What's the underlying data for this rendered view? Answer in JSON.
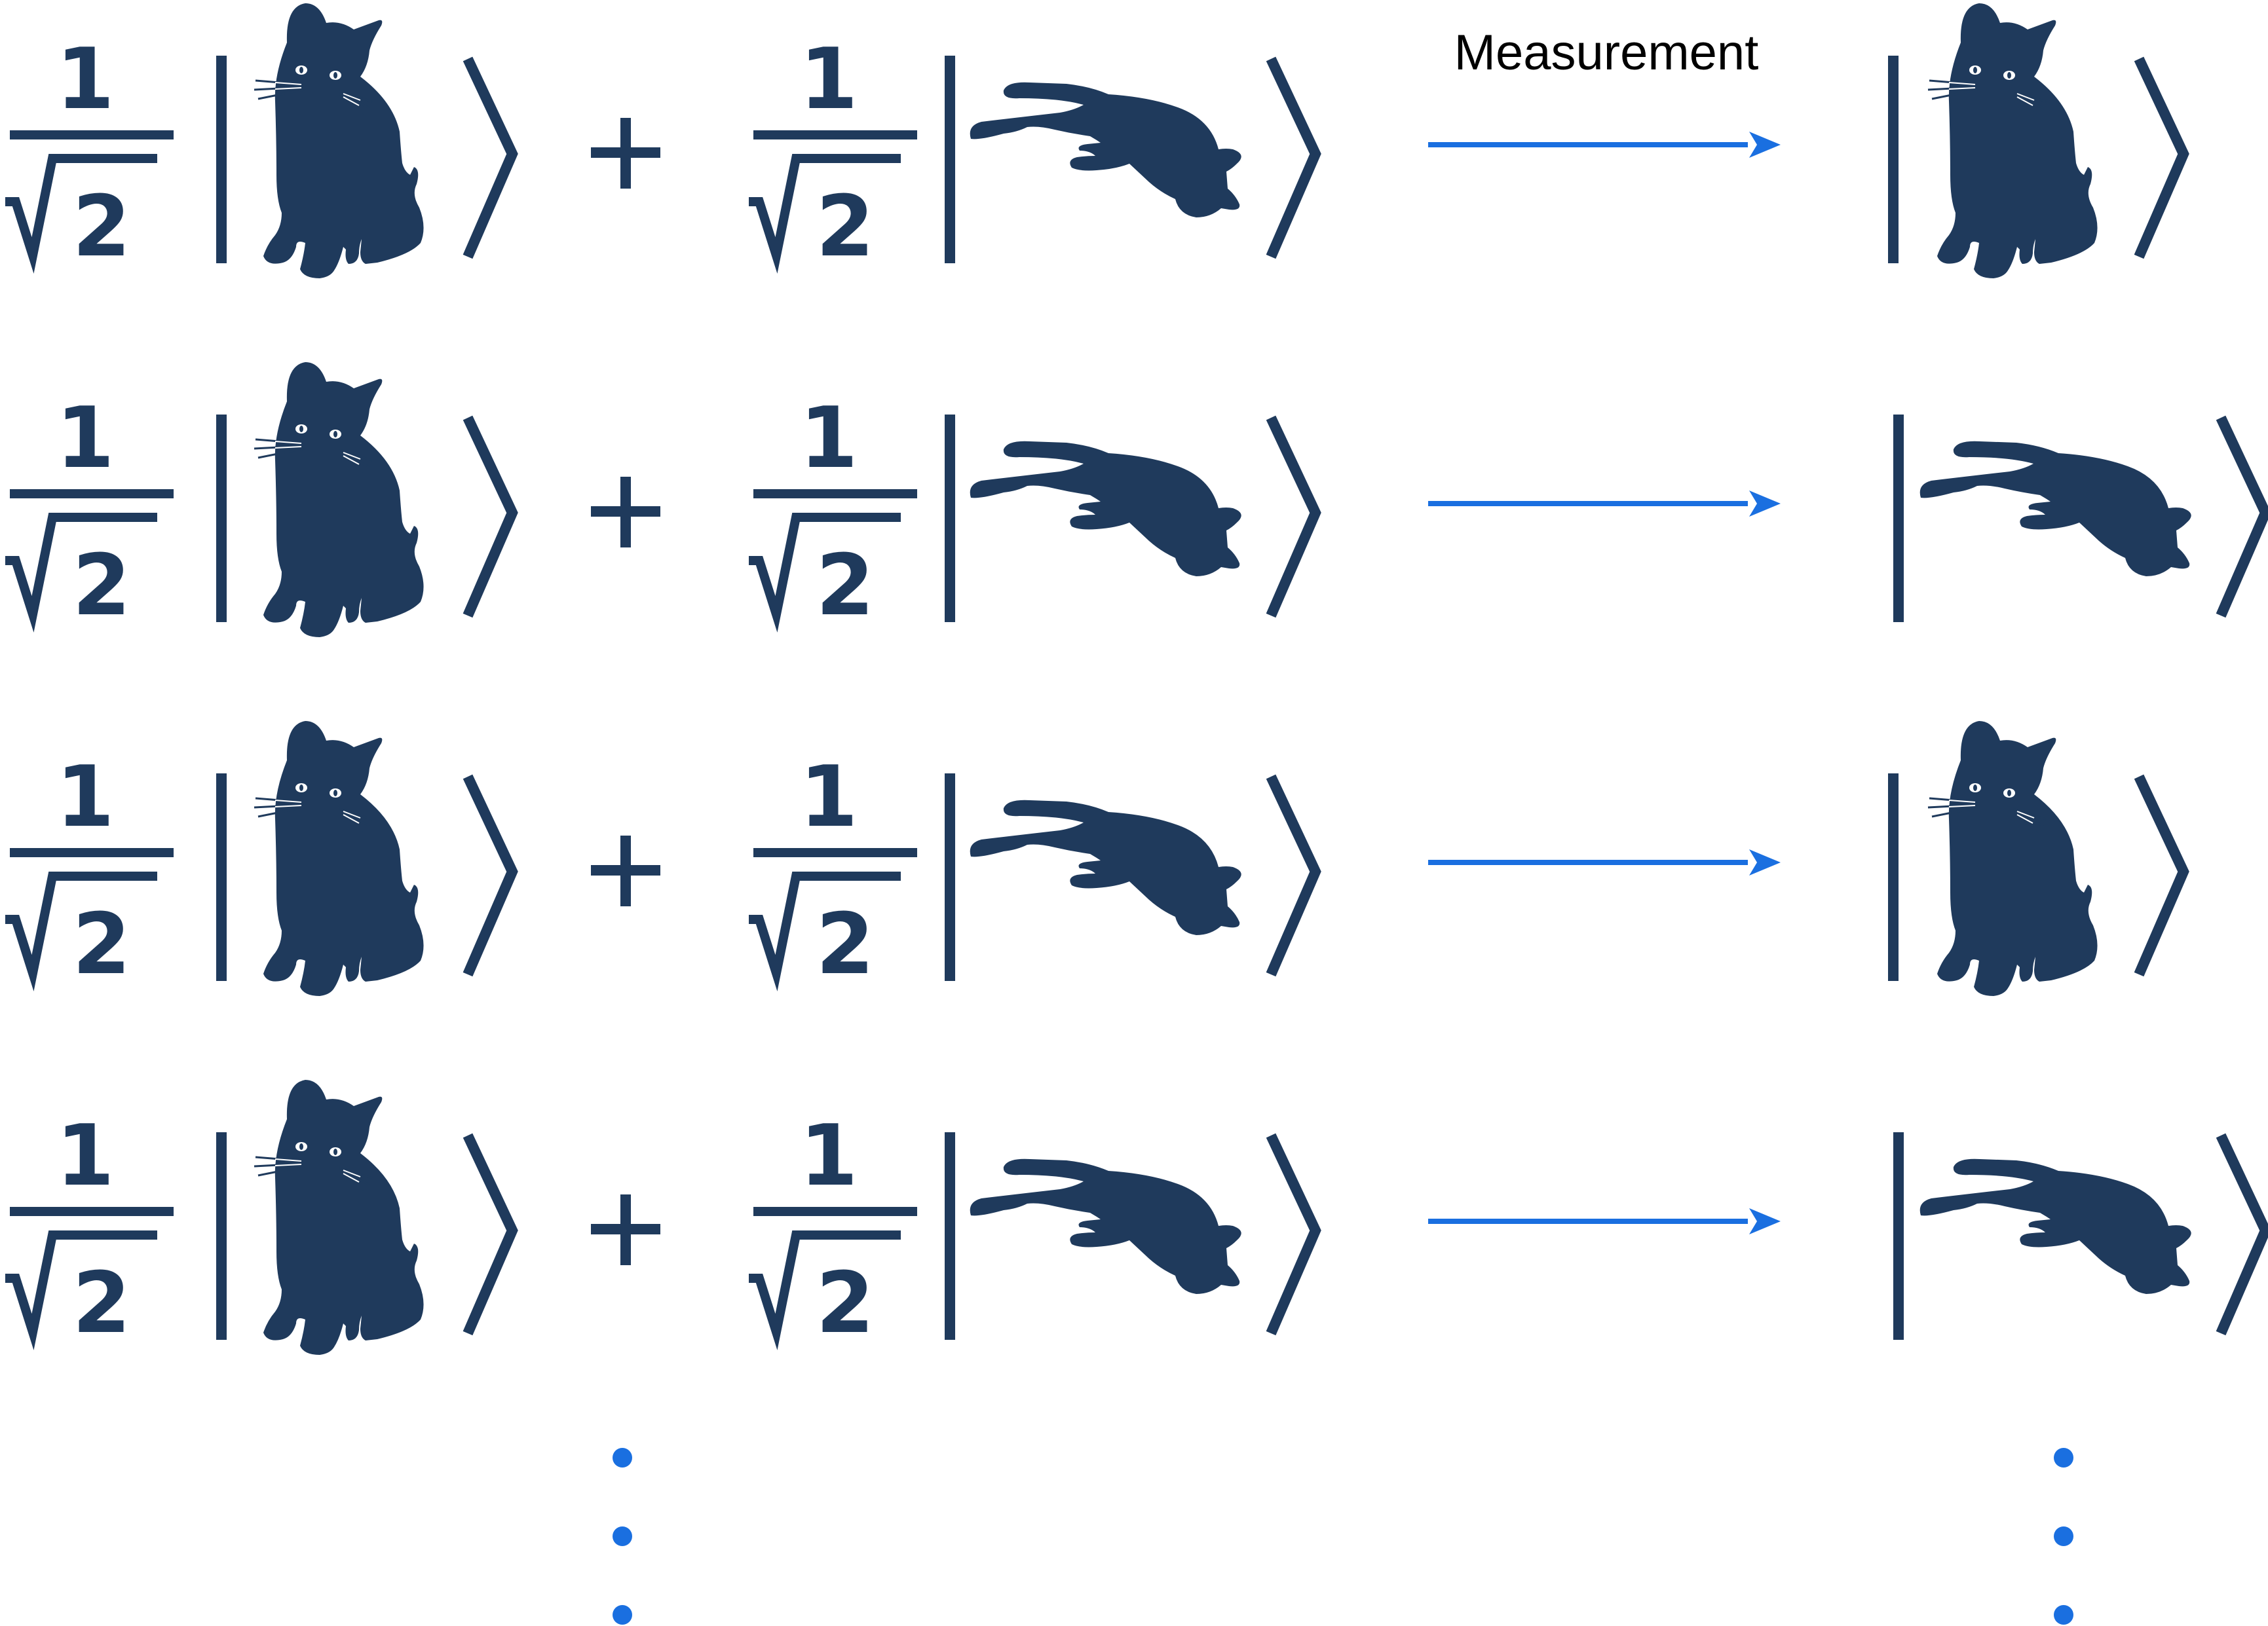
{
  "measurement_label": "Measurement",
  "colors": {
    "ink": "#1f3a5c",
    "accent": "#1a6fe0"
  },
  "coefficient": {
    "numerator": "1",
    "radicand": "2"
  },
  "plus_sign": "+",
  "rows": [
    {
      "outcome": "alive",
      "labeled": true
    },
    {
      "outcome": "dead",
      "labeled": false
    },
    {
      "outcome": "alive",
      "labeled": false
    },
    {
      "outcome": "dead",
      "labeled": false
    }
  ],
  "icons": {
    "alive": "sitting-cat-icon",
    "dead": "lying-cat-icon"
  },
  "continuation": "vertical-ellipsis"
}
